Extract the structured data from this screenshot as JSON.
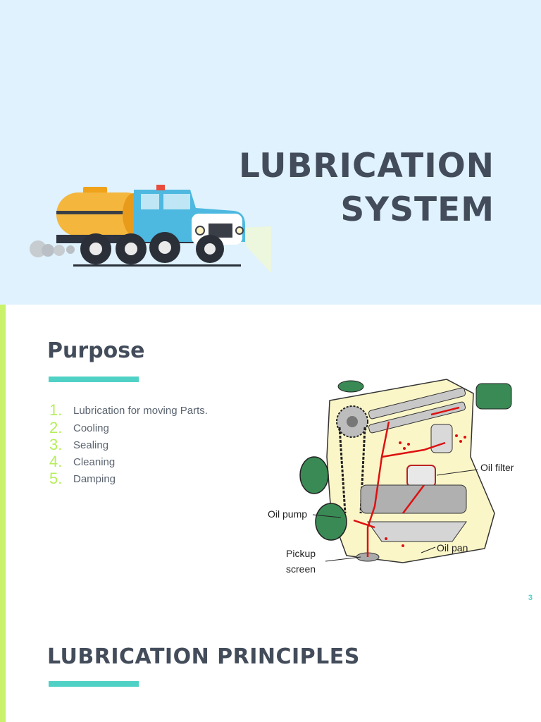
{
  "cover": {
    "title_line1": "LUBRICATION",
    "title_line2": "SYSTEM"
  },
  "purpose": {
    "title": "Purpose",
    "items": [
      {
        "num": "1.",
        "text": "Lubrication for moving Parts."
      },
      {
        "num": "2.",
        "text": "Cooling"
      },
      {
        "num": "3.",
        "text": "Sealing"
      },
      {
        "num": "4.",
        "text": "Cleaning"
      },
      {
        "num": "5.",
        "text": "Damping"
      }
    ],
    "diagram_labels": {
      "oil_filter": "Oil filter",
      "oil_pump": "Oil pump",
      "pickup_1": "Pickup",
      "pickup_2": "screen",
      "oil_pan": "Oil pan"
    },
    "page_number": "3"
  },
  "principles": {
    "title": "LUBRICATION PRINCIPLES"
  },
  "colors": {
    "cover_bg": "#dff2fd",
    "title_text": "#434c5a",
    "accent_teal": "#4fd1c5",
    "accent_lime": "#c9f26a"
  }
}
